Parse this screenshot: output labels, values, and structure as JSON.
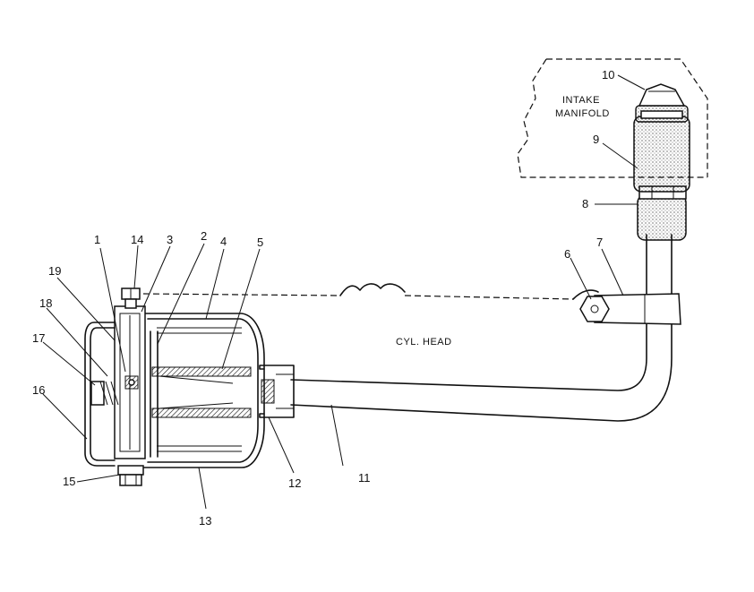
{
  "labels": {
    "intake_line1": "INTAKE",
    "intake_line2": "MANIFOLD",
    "cyl_head": "CYL. HEAD"
  },
  "callouts": [
    "1",
    "2",
    "3",
    "4",
    "5",
    "6",
    "7",
    "8",
    "9",
    "10",
    "11",
    "12",
    "13",
    "14",
    "15",
    "16",
    "17",
    "18",
    "19"
  ]
}
